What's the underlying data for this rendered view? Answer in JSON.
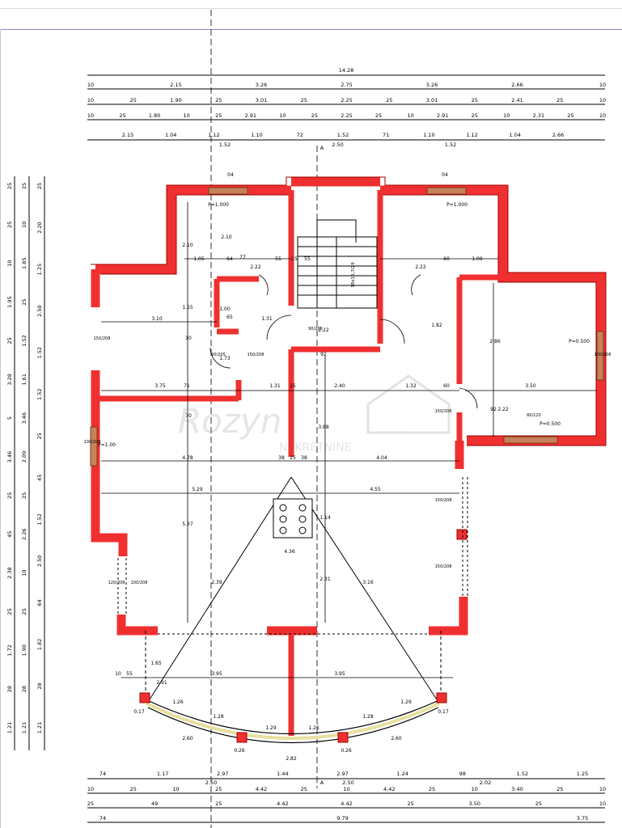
{
  "drawing": {
    "overall_width": "14.28",
    "top_dims": {
      "row1": [
        "10",
        "2.15",
        "3.26",
        "2.75",
        "3.26",
        "2.66",
        "10"
      ],
      "row2": [
        "10",
        "25",
        "1.90",
        "25",
        "3.01",
        "25",
        "2.25",
        "25",
        "3.01",
        "25",
        "2.41",
        "25",
        "10"
      ],
      "row3": [
        "10",
        "25",
        "1.80",
        "10",
        "25",
        "2.91",
        "10",
        "25",
        "2.25",
        "25",
        "10",
        "2.91",
        "25",
        "10",
        "2.31",
        "25",
        "10"
      ],
      "row4": [
        "2.15",
        "1.04",
        "1.12",
        "1.10",
        "72",
        "1.52",
        "71",
        "1.10",
        "1.12",
        "1.04",
        "2.66"
      ],
      "row4b": [
        "1.52",
        "2.50",
        "1.52"
      ]
    },
    "section_marker": "A",
    "left_dims": {
      "col1": [
        "25",
        "25",
        "10",
        "1.95",
        "25",
        "3.28",
        "5",
        "3.46",
        "25",
        "45",
        "2.38",
        "25",
        "1.72",
        "28",
        "1.21"
      ],
      "col2": [
        "25",
        "10",
        "1.85",
        "25",
        "1.52",
        "1.61",
        "3.46",
        "2.09",
        "25",
        "2.26",
        "10",
        "25",
        "1.90",
        "28",
        "1.21"
      ],
      "col3": [
        "25",
        "2.20",
        "1.25",
        "2.50",
        "1.52",
        "1.52",
        "25",
        "45",
        "1.52",
        "2.50",
        "64",
        "1.82",
        "28",
        "1.21"
      ]
    },
    "interior_labels": [
      "2.10",
      "2.10",
      "1.05",
      "64",
      "77",
      "55",
      "2.22",
      "25",
      "55",
      "2.22",
      "60",
      "1.09",
      "3.10",
      "1.55",
      "10",
      "1.00",
      "65",
      "1.31",
      "2.22",
      "92",
      "1.82",
      "2.86",
      "P=0.500",
      "3.75",
      "71",
      "1.31",
      "25",
      "2.40",
      "1.32",
      "60",
      "3.50",
      "1.73",
      "92",
      "2.22",
      "70",
      "3.88",
      "P=0.500",
      "P=1.00",
      "4.78",
      "38",
      "25",
      "38",
      "4.04",
      "5.29",
      "4.55",
      "5.37",
      "1.14",
      "4.36",
      "2.31",
      "2.39",
      "3.16",
      "1.65",
      "3.95",
      "3.95",
      "55",
      "10",
      "2.91",
      "1.26",
      "1.28",
      "1.29",
      "1.26",
      "1.28",
      "1.29",
      "2.60",
      "2.60",
      "2.82",
      "0.26",
      "0.26",
      "0.17",
      "0.17",
      "P=1.000",
      "P=1.000",
      "04",
      "04"
    ],
    "window_tags": [
      "150/208",
      "120/208",
      "90/205",
      "90/205",
      "150/208",
      "150/208",
      "150/208",
      "100/208",
      "100/208",
      "150/208",
      "60/120",
      "100/208"
    ],
    "stair_label": "18x16,7/29",
    "bottom_dims": {
      "row1": [
        "74",
        "1.17",
        "2.97",
        "1.44",
        "2.97",
        "1.24",
        "98",
        "1.52",
        "1.25"
      ],
      "row1b": [
        "2.50",
        "2.50",
        "2.02"
      ],
      "row2": [
        "10",
        "25",
        "10",
        "25",
        "4.42",
        "25",
        "10",
        "4.42",
        "25",
        "10",
        "3.40",
        "25",
        "10"
      ],
      "row3": [
        "25",
        "49",
        "25",
        "4.42",
        "4.42",
        "25",
        "3.50",
        "25",
        "10"
      ],
      "row4": [
        "74",
        "9.79",
        "3.75"
      ]
    },
    "watermark": {
      "line1": "Rozyn",
      "line2": "NEKRETNINE"
    }
  }
}
